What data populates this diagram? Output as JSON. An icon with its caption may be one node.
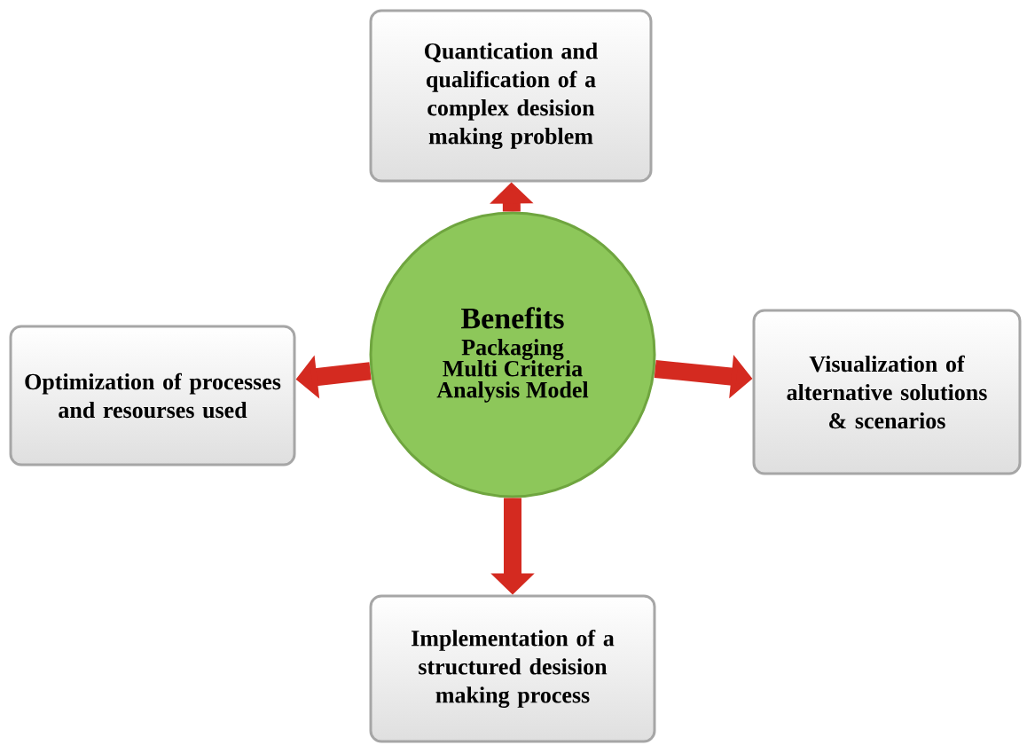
{
  "diagram": {
    "nodes": [
      {
        "text": [
          "Benefits",
          "Packaging Multi Criteria Analysis Model"
        ]
      },
      {
        "text": [
          "Quantication and qualification of a complex desision making problem"
        ]
      },
      {
        "text": [
          "Visualization of alternative solutions & scenarios"
        ]
      },
      {
        "text": [
          "Implementation of a structured desision making process"
        ]
      },
      {
        "text": [
          "Optimization of processes and resourses used"
        ]
      }
    ],
    "edges": [
      {
        "from": 0,
        "to": 1,
        "arrow": "to"
      },
      {
        "from": 0,
        "to": 2,
        "arrow": "to"
      },
      {
        "from": 0,
        "to": 3,
        "arrow": "to"
      },
      {
        "from": 0,
        "to": 4,
        "arrow": "to"
      }
    ]
  }
}
